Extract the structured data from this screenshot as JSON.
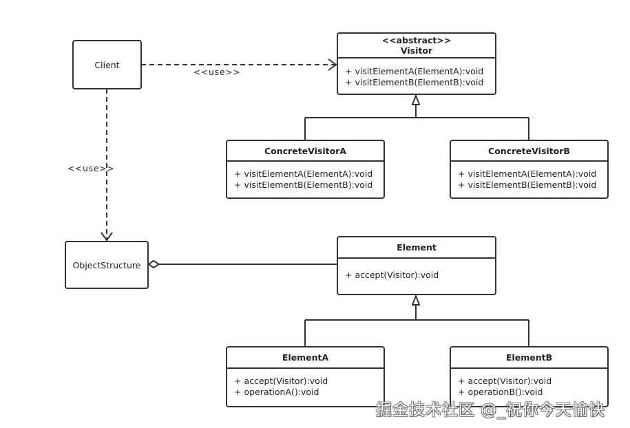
{
  "diagram": {
    "client": {
      "name": "Client"
    },
    "object_structure": {
      "name": "ObjectStructure"
    },
    "visitor": {
      "stereotype": "<<abstract>>",
      "name": "Visitor",
      "operations": [
        "+ visitElementA(ElementA):void",
        "+ visitElementB(ElementB):void"
      ]
    },
    "concrete_visitor_a": {
      "name": "ConcreteVisitorA",
      "operations": [
        "+ visitElementA(ElementA):void",
        "+ visitElementB(ElementB):void"
      ]
    },
    "concrete_visitor_b": {
      "name": "ConcreteVisitorB",
      "operations": [
        "+ visitElementA(ElementA):void",
        "+ visitElementB(ElementB):void"
      ]
    },
    "element": {
      "name": "Element",
      "operations": [
        "+ accept(Visitor):void"
      ]
    },
    "element_a": {
      "name": "ElementA",
      "operations": [
        "+ accept(Visitor):void",
        "+ operationA():void"
      ]
    },
    "element_b": {
      "name": "ElementB",
      "operations": [
        "+ accept(Visitor):void",
        "+ operationB():void"
      ]
    },
    "relations": {
      "client_visitor_label": "<<use>>",
      "client_objectstructure_label": "<<use>>"
    }
  },
  "watermark": "掘金技术社区 @_祝你今天愉快",
  "colors": {
    "line": "#333333",
    "background": "#ffffff"
  }
}
